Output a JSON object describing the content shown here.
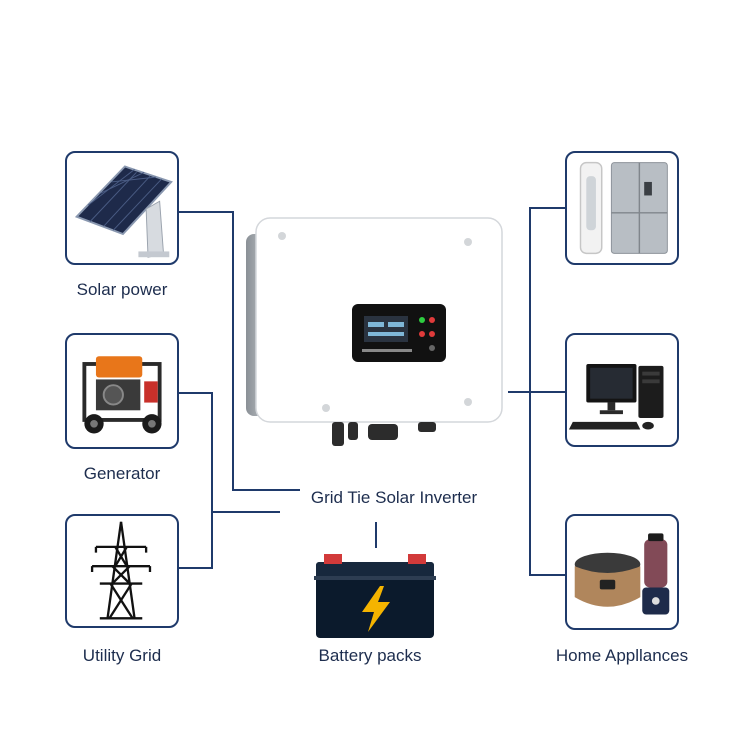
{
  "diagram": {
    "center_label": "Grid Tie Solar Inverter",
    "inputs": [
      {
        "label": "Solar power",
        "icon": "solar-panel-icon"
      },
      {
        "label": "Generator",
        "icon": "generator-icon"
      },
      {
        "label": "Utility Grid",
        "icon": "power-tower-icon"
      }
    ],
    "storage": {
      "label": "Battery packs",
      "icon": "battery-icon"
    },
    "outputs_label": "Home Appllances",
    "outputs": [
      {
        "icon": "air-conditioner-fridge-icon"
      },
      {
        "icon": "desktop-computer-icon"
      },
      {
        "icon": "rice-cooker-blender-icon"
      }
    ],
    "colors": {
      "line": "#1f3a6b",
      "card_border": "#1f3a6b",
      "text": "#1d2d4e",
      "battery_bolt": "#f5b400"
    }
  }
}
